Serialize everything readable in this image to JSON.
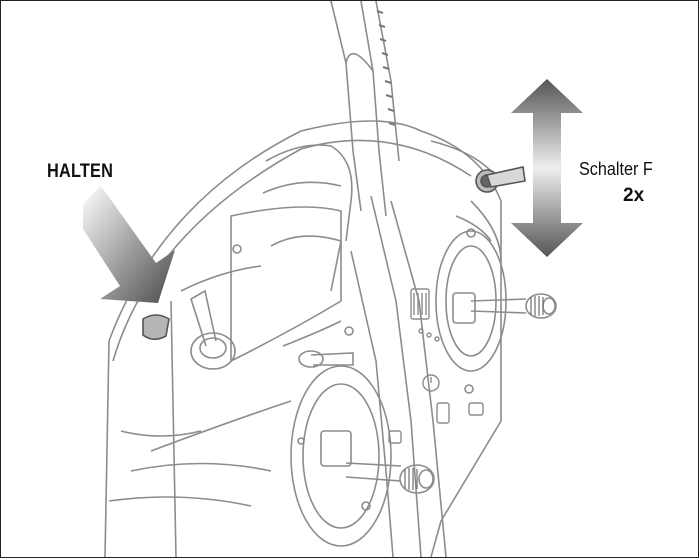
{
  "labels": {
    "hold": "HALTEN",
    "switch_name": "Schalter F",
    "repeat": "2x"
  },
  "colors": {
    "outline": "#8c8c8c",
    "arrow_dark": "#555555",
    "arrow_light": "#e6e6e6",
    "text": "#111111"
  },
  "icons": {
    "transmitter": "rc-transmitter-illustration",
    "hold_arrow": "diagonal-gradient-arrow-icon",
    "toggle_arrow": "double-vertical-arrow-icon"
  }
}
